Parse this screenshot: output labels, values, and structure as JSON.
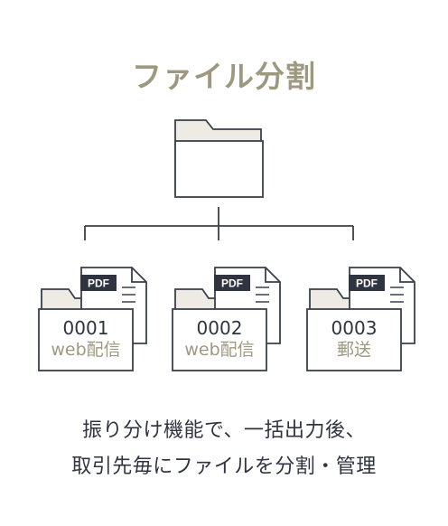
{
  "title": "ファイル分割",
  "files": [
    {
      "code": "0001",
      "label": "web配信",
      "badge": "PDF"
    },
    {
      "code": "0002",
      "label": "web配信",
      "badge": "PDF"
    },
    {
      "code": "0003",
      "label": "郵送",
      "badge": "PDF"
    }
  ],
  "caption": {
    "line1": "振り分け機能で、一括出力後、",
    "line2": "取引先毎にファイルを分割・管理"
  }
}
